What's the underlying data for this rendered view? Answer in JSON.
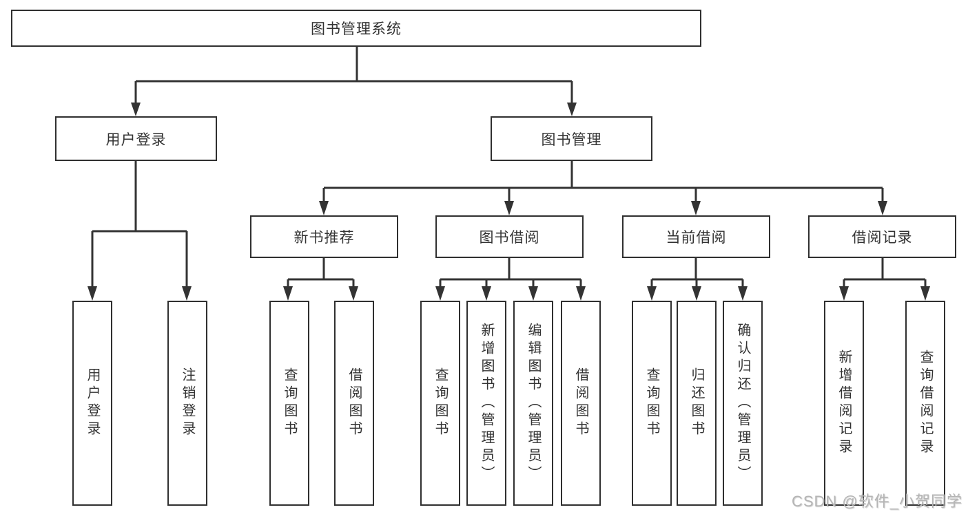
{
  "diagram": {
    "root": {
      "label": "图书管理系统",
      "children": [
        {
          "label": "用户登录",
          "children": [
            {
              "label": "用户登录"
            },
            {
              "label": "注销登录"
            }
          ]
        },
        {
          "label": "图书管理",
          "children": [
            {
              "label": "新书推荐",
              "children": [
                {
                  "label": "查询图书"
                },
                {
                  "label": "借阅图书"
                }
              ]
            },
            {
              "label": "图书借阅",
              "children": [
                {
                  "label": "查询图书"
                },
                {
                  "label": "新增图书（管理员）"
                },
                {
                  "label": "编辑图书（管理员）"
                },
                {
                  "label": "借阅图书"
                }
              ]
            },
            {
              "label": "当前借阅",
              "children": [
                {
                  "label": "查询图书"
                },
                {
                  "label": "归还图书"
                },
                {
                  "label": "确认归还（管理员）"
                }
              ]
            },
            {
              "label": "借阅记录",
              "children": [
                {
                  "label": "新增借阅记录"
                },
                {
                  "label": "查询借阅记录"
                }
              ]
            }
          ]
        }
      ]
    }
  },
  "watermark": {
    "text": "CSDN @软件_小贺同学"
  },
  "colors": {
    "line": "#333333",
    "box_border": "#2f2f2f",
    "text": "#333333",
    "watermark": "#b5b5b5",
    "background": "#ffffff"
  }
}
